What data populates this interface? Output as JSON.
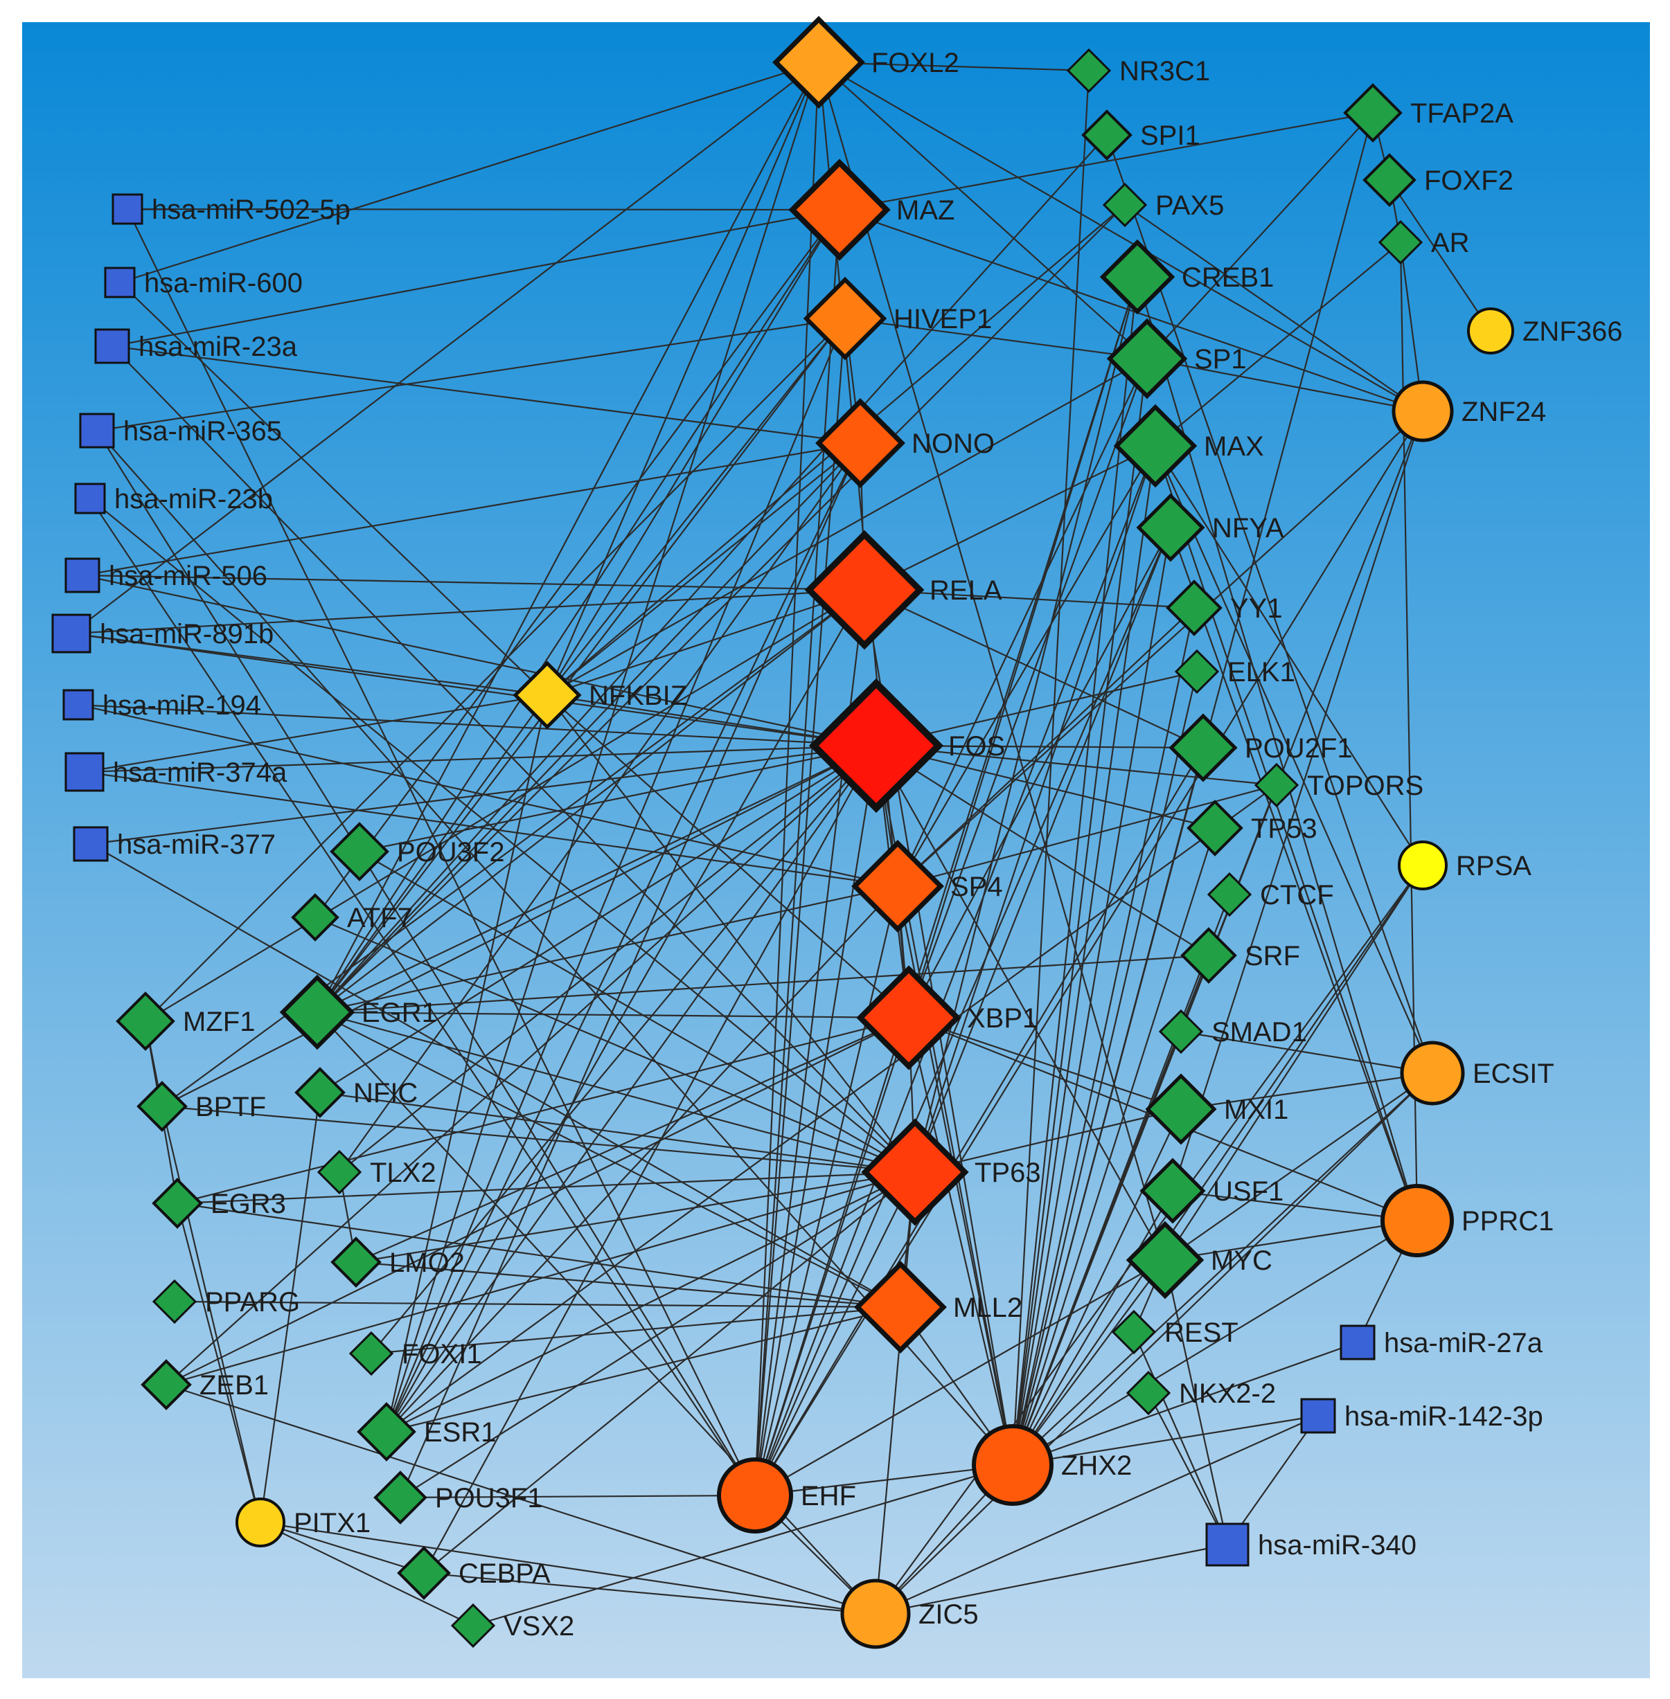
{
  "colors": {
    "background_top": "#0a88d6",
    "background_bottom": "#bed9ef",
    "mirna": "#3b63d8",
    "tf": "#22a046",
    "yellow": "#ffd21a",
    "bright_yellow": "#ffff0a",
    "light_orange": "#ffa01e",
    "orange": "#ff7d10",
    "dark_orange": "#ff5a0a",
    "red_orange": "#ff3c0a",
    "red": "#ff140a",
    "edge": "#2b2b2b",
    "outline": "#111111"
  },
  "nodes": [
    {
      "id": "FOXL2",
      "label": "FOXL2",
      "shape": "diamond",
      "color": "light_orange"
    },
    {
      "id": "NR3C1",
      "label": "NR3C1",
      "shape": "diamond",
      "color": "tf"
    },
    {
      "id": "SPI1",
      "label": "SPI1",
      "shape": "diamond",
      "color": "tf"
    },
    {
      "id": "TFAP2A",
      "label": "TFAP2A",
      "shape": "diamond",
      "color": "tf"
    },
    {
      "id": "FOXF2",
      "label": "FOXF2",
      "shape": "diamond",
      "color": "tf"
    },
    {
      "id": "MAZ",
      "label": "MAZ",
      "shape": "diamond",
      "color": "dark_orange"
    },
    {
      "id": "PAX5",
      "label": "PAX5",
      "shape": "diamond",
      "color": "tf"
    },
    {
      "id": "AR",
      "label": "AR",
      "shape": "diamond",
      "color": "tf"
    },
    {
      "id": "CREB1",
      "label": "CREB1",
      "shape": "diamond",
      "color": "tf"
    },
    {
      "id": "HIVEP1",
      "label": "HIVEP1",
      "shape": "diamond",
      "color": "orange"
    },
    {
      "id": "ZNF366",
      "label": "ZNF366",
      "shape": "circle",
      "color": "yellow"
    },
    {
      "id": "SP1",
      "label": "SP1",
      "shape": "diamond",
      "color": "tf"
    },
    {
      "id": "ZNF24",
      "label": "ZNF24",
      "shape": "circle",
      "color": "light_orange"
    },
    {
      "id": "NONO",
      "label": "NONO",
      "shape": "diamond",
      "color": "dark_orange"
    },
    {
      "id": "MAX",
      "label": "MAX",
      "shape": "diamond",
      "color": "tf"
    },
    {
      "id": "NFYA",
      "label": "NFYA",
      "shape": "diamond",
      "color": "tf"
    },
    {
      "id": "RELA",
      "label": "RELA",
      "shape": "diamond",
      "color": "red_orange"
    },
    {
      "id": "YY1",
      "label": "YY1",
      "shape": "diamond",
      "color": "tf"
    },
    {
      "id": "ELK1",
      "label": "ELK1",
      "shape": "diamond",
      "color": "tf"
    },
    {
      "id": "NFKBIZ",
      "label": "NFKBIZ",
      "shape": "diamond",
      "color": "yellow"
    },
    {
      "id": "FOS",
      "label": "FOS",
      "shape": "diamond",
      "color": "red"
    },
    {
      "id": "POU2F1",
      "label": "POU2F1",
      "shape": "diamond",
      "color": "tf"
    },
    {
      "id": "TOPORS",
      "label": "TOPORS",
      "shape": "diamond",
      "color": "tf"
    },
    {
      "id": "TP53",
      "label": "TP53",
      "shape": "diamond",
      "color": "tf"
    },
    {
      "id": "RPSA",
      "label": "RPSA",
      "shape": "circle",
      "color": "bright_yellow"
    },
    {
      "id": "POU3F2",
      "label": "POU3F2",
      "shape": "diamond",
      "color": "tf"
    },
    {
      "id": "SP4",
      "label": "SP4",
      "shape": "diamond",
      "color": "dark_orange"
    },
    {
      "id": "CTCF",
      "label": "CTCF",
      "shape": "diamond",
      "color": "tf"
    },
    {
      "id": "ATF7",
      "label": "ATF7",
      "shape": "diamond",
      "color": "tf"
    },
    {
      "id": "SRF",
      "label": "SRF",
      "shape": "diamond",
      "color": "tf"
    },
    {
      "id": "MZF1",
      "label": "MZF1",
      "shape": "diamond",
      "color": "tf"
    },
    {
      "id": "EGR1",
      "label": "EGR1",
      "shape": "diamond",
      "color": "tf"
    },
    {
      "id": "XBP1",
      "label": "XBP1",
      "shape": "diamond",
      "color": "red_orange"
    },
    {
      "id": "SMAD1",
      "label": "SMAD1",
      "shape": "diamond",
      "color": "tf"
    },
    {
      "id": "ECSIT",
      "label": "ECSIT",
      "shape": "circle",
      "color": "light_orange"
    },
    {
      "id": "NFIC",
      "label": "NFIC",
      "shape": "diamond",
      "color": "tf"
    },
    {
      "id": "BPTF",
      "label": "BPTF",
      "shape": "diamond",
      "color": "tf"
    },
    {
      "id": "MXI1",
      "label": "MXI1",
      "shape": "diamond",
      "color": "tf"
    },
    {
      "id": "TLX2",
      "label": "TLX2",
      "shape": "diamond",
      "color": "tf"
    },
    {
      "id": "TP63",
      "label": "TP63",
      "shape": "diamond",
      "color": "red_orange"
    },
    {
      "id": "USF1",
      "label": "USF1",
      "shape": "diamond",
      "color": "tf"
    },
    {
      "id": "EGR3",
      "label": "EGR3",
      "shape": "diamond",
      "color": "tf"
    },
    {
      "id": "PPRC1",
      "label": "PPRC1",
      "shape": "circle",
      "color": "orange"
    },
    {
      "id": "LMO2",
      "label": "LMO2",
      "shape": "diamond",
      "color": "tf"
    },
    {
      "id": "MYC",
      "label": "MYC",
      "shape": "diamond",
      "color": "tf"
    },
    {
      "id": "PPARG",
      "label": "PPARG",
      "shape": "diamond",
      "color": "tf"
    },
    {
      "id": "MLL2",
      "label": "MLL2",
      "shape": "diamond",
      "color": "dark_orange"
    },
    {
      "id": "REST",
      "label": "REST",
      "shape": "diamond",
      "color": "tf"
    },
    {
      "id": "FOXI1",
      "label": "FOXI1",
      "shape": "diamond",
      "color": "tf"
    },
    {
      "id": "ZEB1",
      "label": "ZEB1",
      "shape": "diamond",
      "color": "tf"
    },
    {
      "id": "NKX2-2",
      "label": "NKX2-2",
      "shape": "diamond",
      "color": "tf"
    },
    {
      "id": "ESR1",
      "label": "ESR1",
      "shape": "diamond",
      "color": "tf"
    },
    {
      "id": "ZHX2",
      "label": "ZHX2",
      "shape": "circle",
      "color": "dark_orange"
    },
    {
      "id": "EHF",
      "label": "EHF",
      "shape": "circle",
      "color": "dark_orange"
    },
    {
      "id": "POU3F1",
      "label": "POU3F1",
      "shape": "diamond",
      "color": "tf"
    },
    {
      "id": "PITX1",
      "label": "PITX1",
      "shape": "circle",
      "color": "yellow"
    },
    {
      "id": "CEBPA",
      "label": "CEBPA",
      "shape": "diamond",
      "color": "tf"
    },
    {
      "id": "ZIC5",
      "label": "ZIC5",
      "shape": "circle",
      "color": "light_orange"
    },
    {
      "id": "VSX2",
      "label": "VSX2",
      "shape": "diamond",
      "color": "tf"
    },
    {
      "id": "hsa-miR-502-5p",
      "label": "hsa-miR-502-5p",
      "shape": "square",
      "color": "mirna"
    },
    {
      "id": "hsa-miR-600",
      "label": "hsa-miR-600",
      "shape": "square",
      "color": "mirna"
    },
    {
      "id": "hsa-miR-23a",
      "label": "hsa-miR-23a",
      "shape": "square",
      "color": "mirna"
    },
    {
      "id": "hsa-miR-365",
      "label": "hsa-miR-365",
      "shape": "square",
      "color": "mirna"
    },
    {
      "id": "hsa-miR-23b",
      "label": "hsa-miR-23b",
      "shape": "square",
      "color": "mirna"
    },
    {
      "id": "hsa-miR-506",
      "label": "hsa-miR-506",
      "shape": "square",
      "color": "mirna"
    },
    {
      "id": "hsa-miR-891b",
      "label": "hsa-miR-891b",
      "shape": "square",
      "color": "mirna"
    },
    {
      "id": "hsa-miR-194",
      "label": "hsa-miR-194",
      "shape": "square",
      "color": "mirna"
    },
    {
      "id": "hsa-miR-374a",
      "label": "hsa-miR-374a",
      "shape": "square",
      "color": "mirna"
    },
    {
      "id": "hsa-miR-377",
      "label": "hsa-miR-377",
      "shape": "square",
      "color": "mirna"
    },
    {
      "id": "hsa-miR-27a",
      "label": "hsa-miR-27a",
      "shape": "square",
      "color": "mirna"
    },
    {
      "id": "hsa-miR-142-3p",
      "label": "hsa-miR-142-3p",
      "shape": "square",
      "color": "mirna"
    },
    {
      "id": "hsa-miR-340",
      "label": "hsa-miR-340",
      "shape": "square",
      "color": "mirna"
    }
  ],
  "edges": [
    [
      "FOXL2",
      "NR3C1"
    ],
    [
      "FOXL2",
      "hsa-miR-600"
    ],
    [
      "FOXL2",
      "hsa-miR-891b"
    ],
    [
      "FOXL2",
      "NFKBIZ"
    ],
    [
      "FOXL2",
      "ZNF24"
    ],
    [
      "FOXL2",
      "SP1"
    ],
    [
      "FOXL2",
      "EGR1"
    ],
    [
      "FOXL2",
      "ESR1"
    ],
    [
      "FOXL2",
      "XBP1"
    ],
    [
      "FOXL2",
      "EHF"
    ],
    [
      "FOXL2",
      "MYC"
    ],
    [
      "NR3C1",
      "ZHX2"
    ],
    [
      "SPI1",
      "ECSIT"
    ],
    [
      "SPI1",
      "EGR1"
    ],
    [
      "TFAP2A",
      "MAZ"
    ],
    [
      "TFAP2A",
      "SP1"
    ],
    [
      "TFAP2A",
      "ZHX2"
    ],
    [
      "TFAP2A",
      "FOXF2"
    ],
    [
      "FOXF2",
      "AR"
    ],
    [
      "FOXF2",
      "ZNF366"
    ],
    [
      "AR",
      "PPRC1"
    ],
    [
      "AR",
      "MAX"
    ],
    [
      "AR",
      "ZNF24"
    ],
    [
      "MAZ",
      "hsa-miR-502-5p"
    ],
    [
      "MAZ",
      "hsa-miR-23a"
    ],
    [
      "MAZ",
      "NFKBIZ"
    ],
    [
      "MAZ",
      "EGR1"
    ],
    [
      "MAZ",
      "EHF"
    ],
    [
      "MAZ",
      "ZNF24"
    ],
    [
      "MAZ",
      "ATF7"
    ],
    [
      "PAX5",
      "NFKBIZ"
    ],
    [
      "PAX5",
      "ZNF24"
    ],
    [
      "PAX5",
      "EGR1"
    ],
    [
      "CREB1",
      "EHF"
    ],
    [
      "CREB1",
      "ZHX2"
    ],
    [
      "CREB1",
      "PPRC1"
    ],
    [
      "CREB1",
      "XBP1"
    ],
    [
      "CREB1",
      "TP63"
    ],
    [
      "HIVEP1",
      "hsa-miR-365"
    ],
    [
      "HIVEP1",
      "NONO"
    ],
    [
      "HIVEP1",
      "MZF1"
    ],
    [
      "HIVEP1",
      "EGR1"
    ],
    [
      "HIVEP1",
      "ESR1"
    ],
    [
      "HIVEP1",
      "SP1"
    ],
    [
      "HIVEP1",
      "NFKBIZ"
    ],
    [
      "HIVEP1",
      "EHF"
    ],
    [
      "SP1",
      "ZNF24"
    ],
    [
      "SP1",
      "ZHX2"
    ],
    [
      "SP1",
      "SP4"
    ],
    [
      "SP1",
      "XBP1"
    ],
    [
      "SP1",
      "NFKBIZ"
    ],
    [
      "ZNF24",
      "ZHX2"
    ],
    [
      "ZNF24",
      "EHF"
    ],
    [
      "ZNF24",
      "USF1"
    ],
    [
      "ZNF24",
      "SP4"
    ],
    [
      "NONO",
      "hsa-miR-23a"
    ],
    [
      "NONO",
      "hsa-miR-506"
    ],
    [
      "NONO",
      "RELA"
    ],
    [
      "NONO",
      "EGR1"
    ],
    [
      "NONO",
      "ESR1"
    ],
    [
      "NONO",
      "NFKBIZ"
    ],
    [
      "NONO",
      "POU3F1"
    ],
    [
      "NONO",
      "TLX2"
    ],
    [
      "MAX",
      "ZHX2"
    ],
    [
      "MAX",
      "EHF"
    ],
    [
      "MAX",
      "PPRC1"
    ],
    [
      "MAX",
      "SP4"
    ],
    [
      "MAX",
      "ECSIT"
    ],
    [
      "MAX",
      "RELA"
    ],
    [
      "MAX",
      "TP63"
    ],
    [
      "NFYA",
      "ZHX2"
    ],
    [
      "NFYA",
      "PPRC1"
    ],
    [
      "NFYA",
      "XBP1"
    ],
    [
      "NFYA",
      "TP63"
    ],
    [
      "NFYA",
      "EHF"
    ],
    [
      "RELA",
      "hsa-miR-506"
    ],
    [
      "RELA",
      "hsa-miR-891b"
    ],
    [
      "RELA",
      "NFKBIZ"
    ],
    [
      "RELA",
      "YY1"
    ],
    [
      "RELA",
      "POU2F1"
    ],
    [
      "RELA",
      "EGR1"
    ],
    [
      "RELA",
      "ESR1"
    ],
    [
      "RELA",
      "ZHX2"
    ],
    [
      "RELA",
      "EHF"
    ],
    [
      "RELA",
      "MZF1"
    ],
    [
      "RELA",
      "BPTF"
    ],
    [
      "YY1",
      "ZHX2"
    ],
    [
      "YY1",
      "SP4"
    ],
    [
      "ELK1",
      "ZHX2"
    ],
    [
      "ELK1",
      "FOS"
    ],
    [
      "NFKBIZ",
      "hsa-miR-891b"
    ],
    [
      "NFKBIZ",
      "hsa-miR-374a"
    ],
    [
      "NFKBIZ",
      "EGR1"
    ],
    [
      "NFKBIZ",
      "ESR1"
    ],
    [
      "NFKBIZ",
      "TP63"
    ],
    [
      "NFKBIZ",
      "XBP1"
    ],
    [
      "NFKBIZ",
      "FOS"
    ],
    [
      "NFKBIZ",
      "hsa-miR-600"
    ],
    [
      "FOS",
      "hsa-miR-891b"
    ],
    [
      "FOS",
      "hsa-miR-194"
    ],
    [
      "FOS",
      "hsa-miR-374a"
    ],
    [
      "FOS",
      "hsa-miR-377"
    ],
    [
      "FOS",
      "POU2F1"
    ],
    [
      "FOS",
      "TOPORS"
    ],
    [
      "FOS",
      "TP53"
    ],
    [
      "FOS",
      "POU3F2"
    ],
    [
      "FOS",
      "EGR1"
    ],
    [
      "FOS",
      "ESR1"
    ],
    [
      "FOS",
      "ZHX2"
    ],
    [
      "FOS",
      "EHF"
    ],
    [
      "FOS",
      "SRF"
    ],
    [
      "FOS",
      "MYC"
    ],
    [
      "FOS",
      "XBP1"
    ],
    [
      "FOS",
      "SP4"
    ],
    [
      "FOS",
      "BPTF"
    ],
    [
      "FOS",
      "TLX2"
    ],
    [
      "FOS",
      "FOXI1"
    ],
    [
      "FOS",
      "CEBPA"
    ],
    [
      "FOS",
      "ZEB1"
    ],
    [
      "FOS",
      "NFIC"
    ],
    [
      "POU2F1",
      "ZHX2"
    ],
    [
      "POU2F1",
      "EHF"
    ],
    [
      "TOPORS",
      "SP4"
    ],
    [
      "TOPORS",
      "ZHX2"
    ],
    [
      "TOPORS",
      "ESR1"
    ],
    [
      "TP53",
      "ZHX2"
    ],
    [
      "RPSA",
      "ZHX2"
    ],
    [
      "RPSA",
      "ZIC5"
    ],
    [
      "RPSA",
      "MYC"
    ],
    [
      "RPSA",
      "MAX"
    ],
    [
      "POU3F2",
      "hsa-miR-365"
    ],
    [
      "POU3F2",
      "TP63"
    ],
    [
      "POU3F2",
      "EHF"
    ],
    [
      "SP4",
      "hsa-miR-374a"
    ],
    [
      "SP4",
      "XBP1"
    ],
    [
      "SP4",
      "EGR1"
    ],
    [
      "SP4",
      "ESR1"
    ],
    [
      "SP4",
      "ZHX2"
    ],
    [
      "SP4",
      "EHF"
    ],
    [
      "CTCF",
      "ZHX2"
    ],
    [
      "ATF7",
      "TP63"
    ],
    [
      "SRF",
      "ZHX2"
    ],
    [
      "SRF",
      "EGR1"
    ],
    [
      "MZF1",
      "BPTF"
    ],
    [
      "MZF1",
      "EGR3"
    ],
    [
      "EGR1",
      "XBP1"
    ],
    [
      "EGR1",
      "TP63"
    ],
    [
      "EGR1",
      "MLL2"
    ],
    [
      "EGR1",
      "ZIC5"
    ],
    [
      "XBP1",
      "PPRC1"
    ],
    [
      "XBP1",
      "ZHX2"
    ],
    [
      "XBP1",
      "EHF"
    ],
    [
      "XBP1",
      "TP63"
    ],
    [
      "XBP1",
      "MXI1"
    ],
    [
      "XBP1",
      "EGR3"
    ],
    [
      "XBP1",
      "ZEB1"
    ],
    [
      "XBP1",
      "LMO2"
    ],
    [
      "SMAD1",
      "ECSIT"
    ],
    [
      "ECSIT",
      "MXI1"
    ],
    [
      "ECSIT",
      "ZHX2"
    ],
    [
      "ECSIT",
      "MYC"
    ],
    [
      "ECSIT",
      "ZIC5"
    ],
    [
      "NFIC",
      "TP63"
    ],
    [
      "NFIC",
      "PITX1"
    ],
    [
      "BPTF",
      "TP63"
    ],
    [
      "BPTF",
      "PITX1"
    ],
    [
      "MXI1",
      "ZHX2"
    ],
    [
      "MXI1",
      "TP63"
    ],
    [
      "TLX2",
      "LMO2"
    ],
    [
      "TP63",
      "hsa-miR-23a"
    ],
    [
      "TP63",
      "hsa-miR-23b"
    ],
    [
      "TP63",
      "EGR3"
    ],
    [
      "TP63",
      "LMO2"
    ],
    [
      "TP63",
      "MLL2"
    ],
    [
      "TP63",
      "EHF"
    ],
    [
      "TP63",
      "POU3F1"
    ],
    [
      "TP63",
      "ZEB1"
    ],
    [
      "TP63",
      "ZIC5"
    ],
    [
      "TP63",
      "CEBPA"
    ],
    [
      "TP63",
      "ESR1"
    ],
    [
      "USF1",
      "PPRC1"
    ],
    [
      "USF1",
      "ZHX2"
    ],
    [
      "EGR3",
      "MLL2"
    ],
    [
      "EGR3",
      "PITX1"
    ],
    [
      "PPRC1",
      "MYC"
    ],
    [
      "PPRC1",
      "hsa-miR-27a"
    ],
    [
      "PPRC1",
      "ZHX2"
    ],
    [
      "LMO2",
      "MLL2"
    ],
    [
      "MYC",
      "ZHX2"
    ],
    [
      "MYC",
      "REST"
    ],
    [
      "MYC",
      "hsa-miR-340"
    ],
    [
      "MYC",
      "EHF"
    ],
    [
      "PPARG",
      "MLL2"
    ],
    [
      "MLL2",
      "FOXI1"
    ],
    [
      "MLL2",
      "ESR1"
    ],
    [
      "MLL2",
      "ZHX2"
    ],
    [
      "REST",
      "hsa-miR-340"
    ],
    [
      "ZEB1",
      "ZIC5"
    ],
    [
      "NKX2-2",
      "hsa-miR-340"
    ],
    [
      "ZHX2",
      "EHF"
    ],
    [
      "ZHX2",
      "hsa-miR-142-3p"
    ],
    [
      "ZHX2",
      "hsa-miR-27a"
    ],
    [
      "ZHX2",
      "ZIC5"
    ],
    [
      "EHF",
      "ZIC5"
    ],
    [
      "EHF",
      "POU3F1"
    ],
    [
      "PITX1",
      "ZIC5"
    ],
    [
      "PITX1",
      "CEBPA"
    ],
    [
      "PITX1",
      "VSX2"
    ],
    [
      "CEBPA",
      "ZIC5"
    ],
    [
      "VSX2",
      "ZHX2"
    ],
    [
      "ZIC5",
      "hsa-miR-340"
    ],
    [
      "ZIC5",
      "hsa-miR-142-3p"
    ],
    [
      "hsa-miR-142-3p",
      "hsa-miR-340"
    ],
    [
      "hsa-miR-23b",
      "EHF"
    ],
    [
      "hsa-miR-365",
      "ZHX2"
    ],
    [
      "hsa-miR-506",
      "FOS"
    ],
    [
      "hsa-miR-194",
      "SP4"
    ],
    [
      "hsa-miR-377",
      "MLL2"
    ],
    [
      "hsa-miR-502-5p",
      "EHF"
    ]
  ]
}
